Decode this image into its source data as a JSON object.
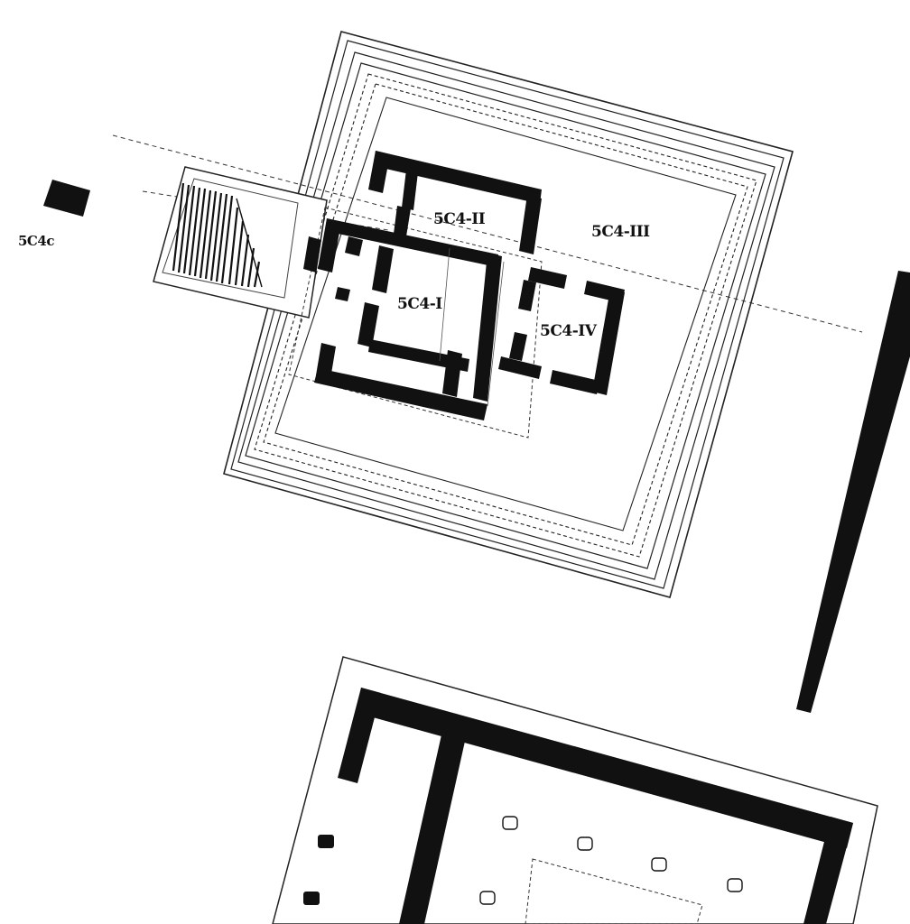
{
  "colors": {
    "background": "#ffffff",
    "wall": "#111111",
    "outline": "#222222",
    "dashed": "#333333"
  },
  "labels": {
    "room_1": "5C4-I",
    "room_2": "5C4-II",
    "room_3": "5C4-III",
    "room_4": "5C4-IV",
    "outer_block": "5C4c"
  }
}
